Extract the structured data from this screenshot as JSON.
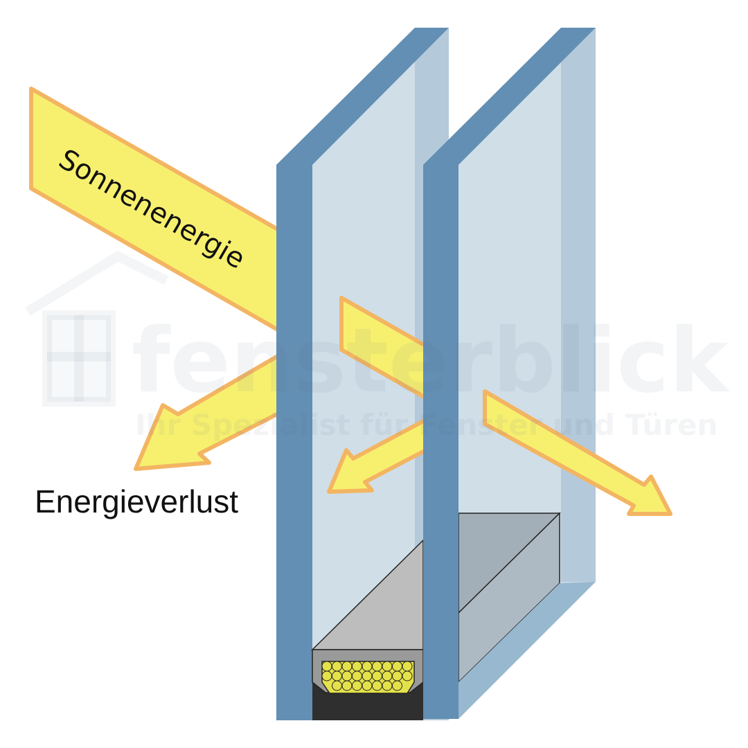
{
  "labels": {
    "incoming": "Sonnenenergie",
    "loss": "Energieverlust"
  },
  "watermark": {
    "brand": "fensterblick",
    "tagline": "Ihr Spezialist für Fenster und Türen"
  },
  "colors": {
    "glass_edge": "#628fb3",
    "glass_face": "#d0dee8",
    "glass_side": "#b4c9da",
    "arrow_fill": "#f7f06f",
    "arrow_stroke": "#f3b562",
    "spacer": "#bdbdbd"
  }
}
